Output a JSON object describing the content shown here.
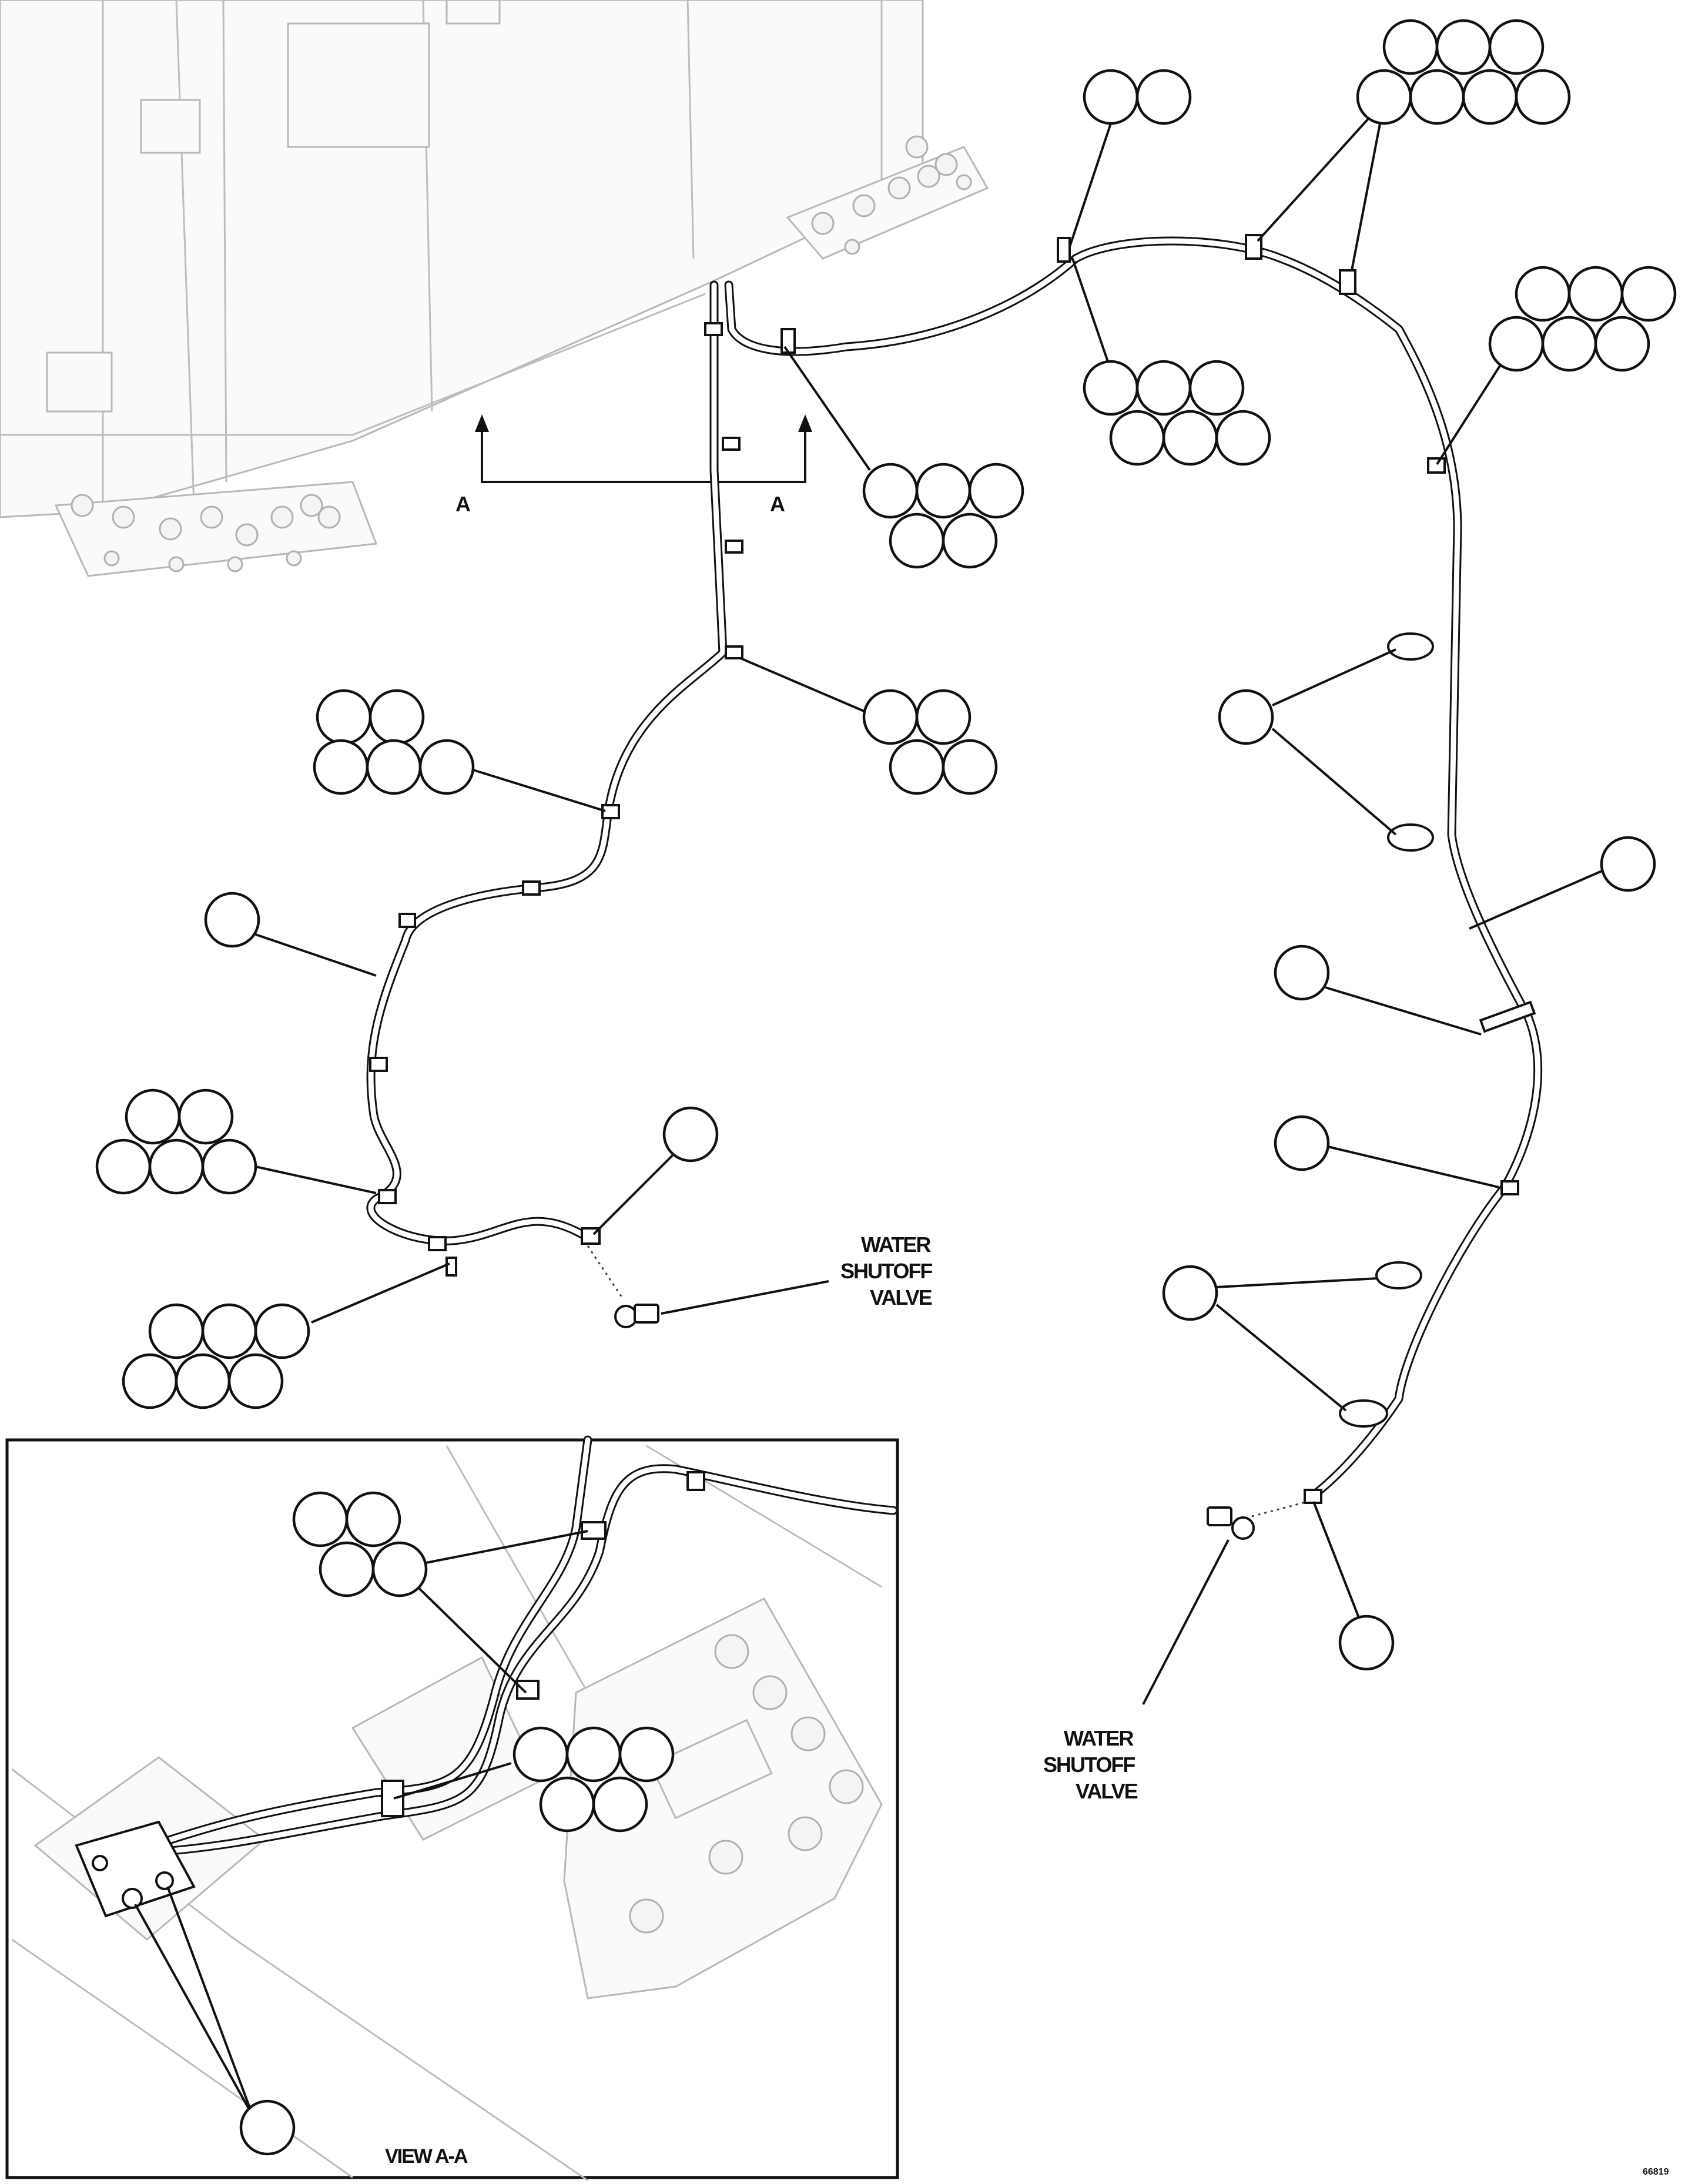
{
  "labels": {
    "section_a_left": "A",
    "section_a_right": "A",
    "valve_top_line1": "WATER",
    "valve_top_line2": "SHUTOFF",
    "valve_top_line3": "VALVE",
    "valve_bottom_line1": "WATER",
    "valve_bottom_line2": "SHUTOFF",
    "valve_bottom_line3": "VALVE",
    "view_title": "VIEW A-A",
    "figure_number": "66819"
  }
}
